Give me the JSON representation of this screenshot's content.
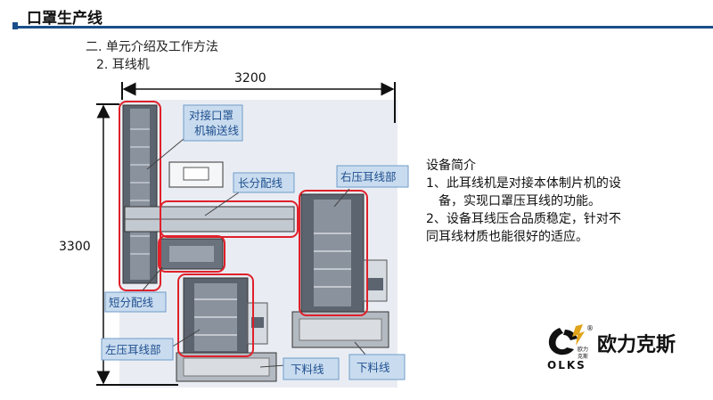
{
  "header": {
    "title": "口罩生产线"
  },
  "section": {
    "heading": "二. 单元介绍及工作方法",
    "subheading": "2. 耳线机"
  },
  "dimensions": {
    "width": "3200",
    "height": "3300"
  },
  "callouts": {
    "connect_conveyor": [
      "对接口罩",
      "机输送线"
    ],
    "long_split": "长分配线",
    "right_press": "右压耳线部",
    "short_split": "短分配线",
    "left_press": "左压耳线部",
    "discharge_left": "下料线",
    "discharge_right": "下料线"
  },
  "description": {
    "title": "设备简介",
    "lines": [
      "1、此耳线机是对接本体制片机的设",
      "备，实现口罩压耳线的功能。",
      "2、设备耳线压合品质稳定，针对不",
      "同耳线材质也能很好的适应。"
    ]
  },
  "brand": {
    "letters": "OLKS",
    "name": "欧力克斯",
    "mark": "®",
    "small_text": [
      "欧力",
      "克斯"
    ]
  },
  "colors": {
    "accent": "#1a4f8a",
    "highlight": "#e0202a",
    "callout_fill": "#c9dcef",
    "machine": "#5c6470"
  }
}
